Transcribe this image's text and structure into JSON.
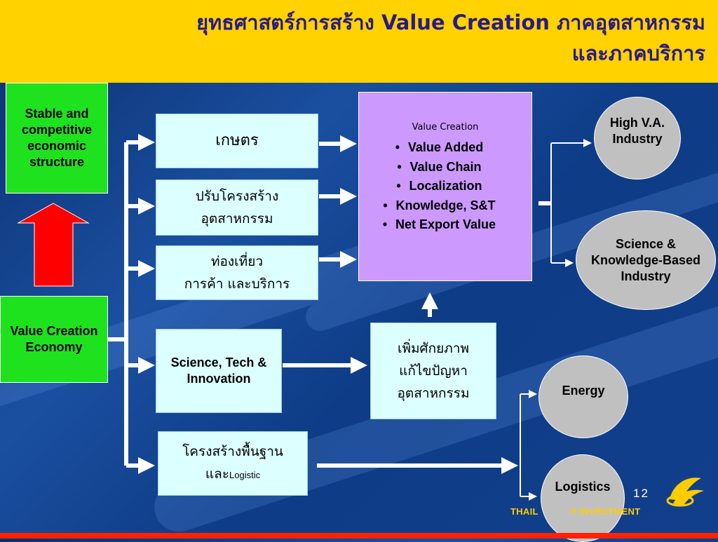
{
  "title": {
    "line1": "ยุทธศาสตร์การสร้าง Value Creation ภาคอุตสาหกรรม",
    "line2": "และภาคบริการ"
  },
  "left": {
    "stable": "Stable and competitive economic structure",
    "vce": "Value Creation Economy"
  },
  "sectors": {
    "agri": "เกษตร",
    "industry_l1": "ปรับโครงสร้าง",
    "industry_l2": "อุตสาหกรรม",
    "tourism_l1": "ท่องเที่ยว",
    "tourism_l2": "การค้า และบริการ",
    "science": "Science, Tech & Innovation",
    "infra_l1": "โครงสร้างพื้นฐาน",
    "infra_l2a": "และ",
    "infra_l2b": "Logistic"
  },
  "value_creation": {
    "title": "Value Creation",
    "items": [
      "Value Added",
      "Value Chain",
      "Localization",
      "Knowledge, S&T",
      "Net Export Value"
    ]
  },
  "capability": {
    "l1": "เพิ่มศักยภาพ",
    "l2": "แก้ไขปัญหา",
    "l3": "อุตสาหกรรม"
  },
  "outcomes": {
    "high_va": "High V.A. Industry",
    "science_kb": "Science & Knowledge-Based Industry",
    "energy": "Energy",
    "logistics": "Logistics"
  },
  "footer": {
    "page": "12",
    "org": "THAIL            F INVESTMENT"
  },
  "colors": {
    "title_bg": "#ffd200",
    "title_text": "#2a1a86",
    "green": "#1fe21f",
    "cyan": "#dcffff",
    "purple": "#cc99ff",
    "oval": "#c0c0c0",
    "up_arrow": "#ff0000"
  }
}
